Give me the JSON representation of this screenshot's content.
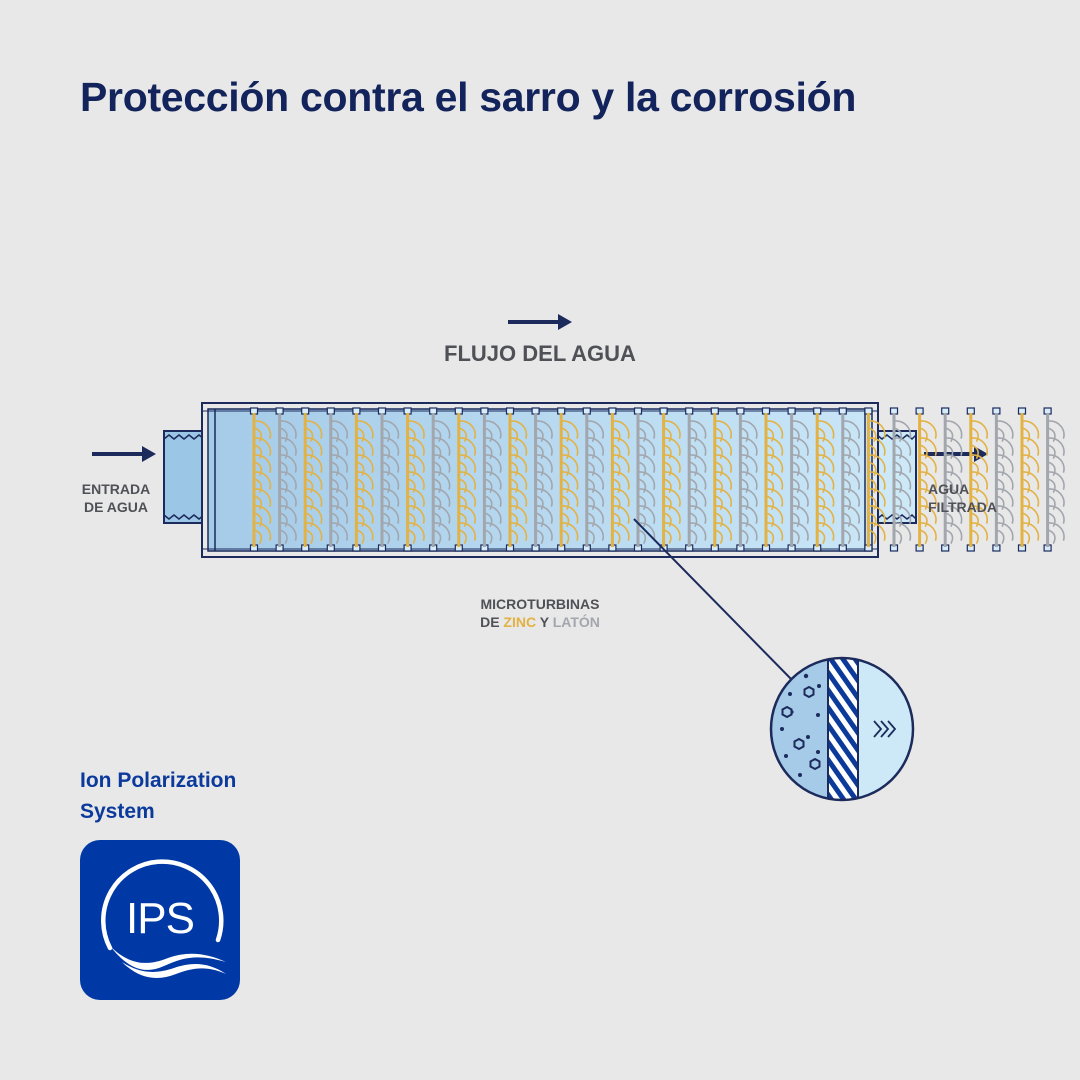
{
  "title": "Protección contra el sarro y la corrosión",
  "diagram": {
    "flow_label": "FLUJO DEL AGUA",
    "inlet_line1": "ENTRADA",
    "inlet_line2": "DE AGUA",
    "outlet_line1": "AGUA",
    "outlet_line2": "FILTRADA",
    "turbines_line1": "MICROTURBINAS",
    "turbines_de": "DE",
    "turbines_zinc": "ZINC",
    "turbines_y": "Y",
    "turbines_laton": "LATÓN"
  },
  "brand": {
    "name_line1": "Ion Polarization",
    "name_line2": "System",
    "logo_text": "IPS"
  },
  "colors": {
    "background": "#e8e8e8",
    "title": "#13235b",
    "outline": "#1c2a5c",
    "inlet_water": "#9cc6e6",
    "outlet_water": "#cde9f8",
    "zinc": "#e3b244",
    "brass": "#a2a6ad",
    "brand_blue": "#0039a6"
  },
  "turbine_sequence": [
    "zinc",
    "brass",
    "zinc",
    "brass",
    "zinc",
    "brass",
    "zinc",
    "brass",
    "zinc",
    "brass",
    "zinc",
    "brass",
    "zinc",
    "brass",
    "zinc",
    "brass",
    "zinc",
    "brass",
    "zinc",
    "brass",
    "zinc",
    "brass",
    "zinc",
    "brass",
    "zinc",
    "brass",
    "zinc",
    "brass",
    "zinc",
    "brass",
    "zinc",
    "brass"
  ],
  "icons": [
    "flow-arrow-icon",
    "inlet-arrow-icon",
    "outlet-arrow-icon",
    "chevrons-icon",
    "ips-logo-icon"
  ]
}
